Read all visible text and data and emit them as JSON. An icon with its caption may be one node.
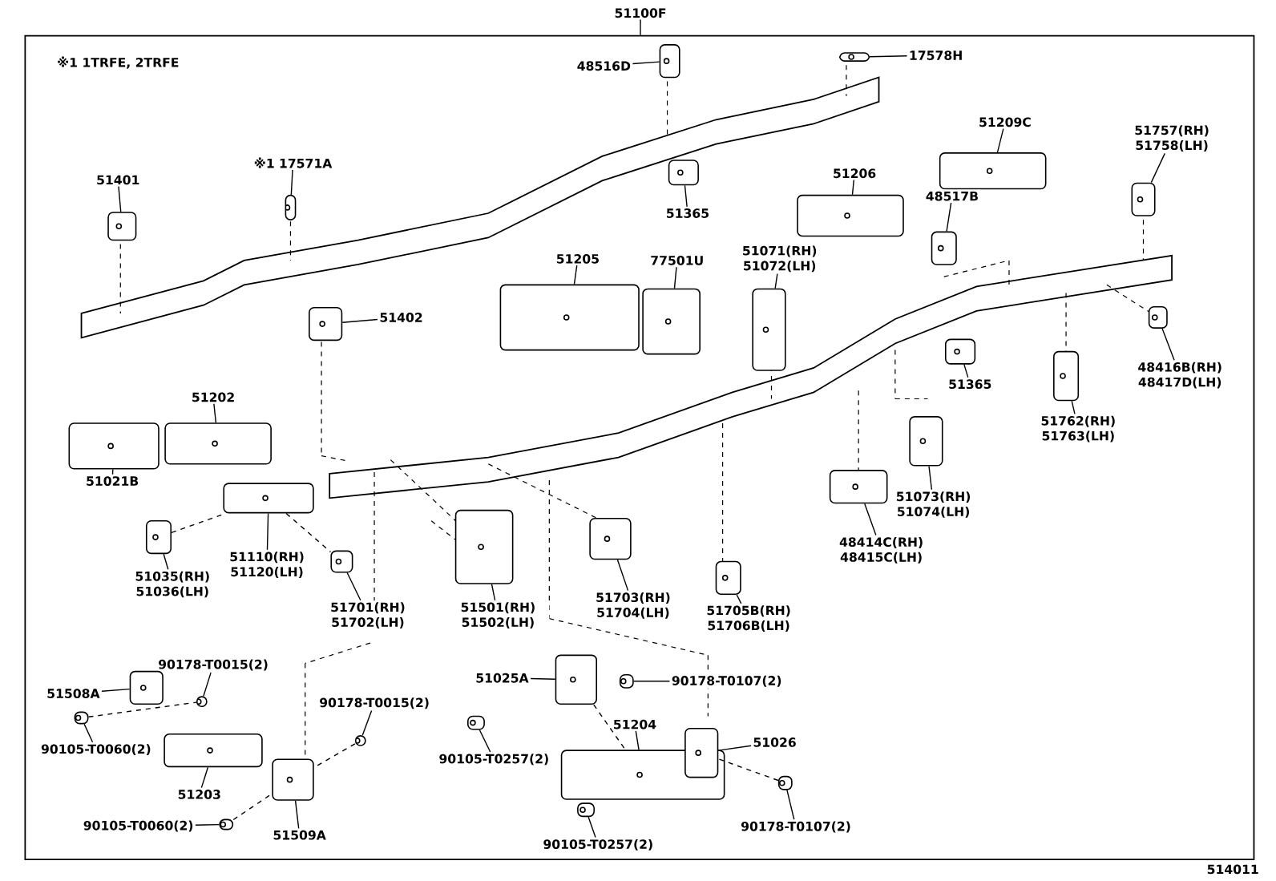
{
  "diagram": {
    "nodes": [
      {
        "text": [],
        "shape": "box"
      },
      {
        "text": [
          "51100F"
        ]
      },
      {
        "text": [
          "48516D"
        ],
        "in": 0
      },
      {
        "text": [],
        "shape": "picture",
        "in": 0
      },
      {
        "text": [
          "17578H"
        ],
        "in": 0
      },
      {
        "text": [],
        "shape": "picture",
        "in": 0
      },
      {
        "text": [
          "51209C"
        ],
        "in": 0
      },
      {
        "text": [],
        "shape": "picture",
        "in": 0
      },
      {
        "text": [
          "51757(RH) 51758(LH)"
        ],
        "in": 0
      },
      {
        "text": [],
        "shape": "picture",
        "in": 0
      },
      {
        "text": [
          "※1 17571A"
        ],
        "in": 0
      },
      {
        "text": [],
        "shape": "picture",
        "in": 0
      },
      {
        "text": [
          "51401"
        ],
        "in": 0
      },
      {
        "text": [],
        "shape": "picture",
        "in": 0
      },
      {
        "text": [
          "51206"
        ],
        "in": 0
      },
      {
        "text": [],
        "shape": "picture",
        "in": 0
      },
      {
        "text": [
          "51365"
        ],
        "in": 0
      },
      {
        "text": [],
        "shape": "picture",
        "in": 0
      },
      {
        "text": [
          "48517B"
        ],
        "in": 0
      },
      {
        "text": [],
        "shape": "picture",
        "in": 0
      },
      {
        "text": [
          "51205"
        ],
        "in": 0
      },
      {
        "text": [],
        "shape": "picture",
        "in": 0
      },
      {
        "text": [
          "77501U"
        ],
        "in": 0
      },
      {
        "text": [],
        "shape": "picture",
        "in": 0
      },
      {
        "text": [
          "51071(RH) 51072(LH)"
        ],
        "in": 0
      },
      {
        "text": [],
        "shape": "picture",
        "in": 0
      },
      {
        "text": [
          "51402"
        ],
        "in": 0
      },
      {
        "text": [],
        "shape": "picture",
        "in": 0
      },
      {
        "text": [
          "48416B(RH) 48417D(LH)"
        ],
        "in": 0
      },
      {
        "text": [],
        "shape": "picture",
        "in": 0
      },
      {
        "text": [
          "51365"
        ],
        "in": 0
      },
      {
        "text": [],
        "shape": "picture",
        "in": 0
      },
      {
        "text": [
          "51202"
        ],
        "in": 0
      },
      {
        "text": [],
        "shape": "picture",
        "in": 0
      },
      {
        "text": [
          "51762(RH) 51763(LH)"
        ],
        "in": 0
      },
      {
        "text": [],
        "shape": "picture",
        "in": 0
      },
      {
        "text": [
          "51021B"
        ],
        "in": 0
      },
      {
        "text": [],
        "shape": "picture",
        "in": 0
      },
      {
        "text": [
          "51073(RH) 51074(LH)"
        ],
        "in": 0
      },
      {
        "text": [],
        "shape": "picture",
        "in": 0
      },
      {
        "text": [
          "48414C(RH) 48415C(LH)"
        ],
        "in": 0
      },
      {
        "text": [],
        "shape": "picture",
        "in": 0
      },
      {
        "text": [
          "51035(RH) 51036(LH)"
        ],
        "in": 0
      },
      {
        "text": [],
        "shape": "picture",
        "in": 0
      },
      {
        "text": [
          "51110(RH) 51120(LH)"
        ],
        "in": 0
      },
      {
        "text": [],
        "shape": "picture",
        "in": 0
      },
      {
        "text": [
          "51701(RH) 51702(LH)"
        ],
        "in": 0
      },
      {
        "text": [],
        "shape": "picture",
        "in": 0
      },
      {
        "text": [
          "51501(RH) 51502(LH)"
        ],
        "in": 0
      },
      {
        "text": [],
        "shape": "picture",
        "in": 0
      },
      {
        "text": [
          "51703(RH) 51704(LH)"
        ],
        "in": 0
      },
      {
        "text": [],
        "shape": "picture",
        "in": 0
      },
      {
        "text": [
          "51705B(RH) 51706B(LH)"
        ],
        "in": 0
      },
      {
        "text": [],
        "shape": "picture",
        "in": 0
      },
      {
        "text": [
          "90178-T0015(2)"
        ],
        "in": 0
      },
      {
        "text": [],
        "shape": "picture",
        "in": 0
      },
      {
        "text": [
          "51508A"
        ],
        "in": 0
      },
      {
        "text": [],
        "shape": "picture",
        "in": 0
      },
      {
        "text": [
          "51025A"
        ],
        "in": 0
      },
      {
        "text": [],
        "shape": "picture",
        "in": 0
      },
      {
        "text": [
          "90178-T0107(2)"
        ],
        "in": 0
      },
      {
        "text": [],
        "shape": "picture",
        "in": 0
      },
      {
        "text": [
          "90178-T0015(2)"
        ],
        "in": 0
      },
      {
        "text": [],
        "shape": "picture",
        "in": 0
      },
      {
        "text": [
          "51204"
        ],
        "in": 0
      },
      {
        "text": [],
        "shape": "picture",
        "in": 0
      },
      {
        "text": [
          "51026"
        ],
        "in": 0
      },
      {
        "text": [],
        "shape": "picture",
        "in": 0
      },
      {
        "text": [
          "90105-T0060(2)"
        ],
        "in": 0
      },
      {
        "text": [],
        "shape": "picture",
        "in": 0
      },
      {
        "text": [
          "90105-T0257(2)"
        ],
        "in": 0
      },
      {
        "text": [],
        "shape": "picture",
        "in": 0
      },
      {
        "text": [
          "51203"
        ],
        "in": 0
      },
      {
        "text": [],
        "shape": "picture",
        "in": 0
      },
      {
        "text": [
          "90178-T0107(2)"
        ],
        "in": 0
      },
      {
        "text": [],
        "shape": "picture",
        "in": 0
      },
      {
        "text": [
          "90105-T0060(2)"
        ],
        "in": 0
      },
      {
        "text": [],
        "shape": "picture",
        "in": 0
      },
      {
        "text": [
          "51509A"
        ],
        "in": 0
      },
      {
        "text": [],
        "shape": "picture",
        "in": 0
      },
      {
        "text": [
          "90105-T0257(2)"
        ],
        "in": 0
      },
      {
        "text": [],
        "shape": "picture",
        "in": 0
      }
    ],
    "edges": [
      {
        "from": 1,
        "to": 0,
        "arrow": "none"
      },
      {
        "from": 2,
        "to": 3,
        "arrow": "none"
      },
      {
        "from": 4,
        "to": 5,
        "arrow": "none"
      },
      {
        "from": 6,
        "to": 7,
        "arrow": "none"
      },
      {
        "from": 8,
        "to": 9,
        "arrow": "none"
      },
      {
        "from": 10,
        "to": 11,
        "arrow": "none"
      },
      {
        "from": 12,
        "to": 13,
        "arrow": "none"
      },
      {
        "from": 14,
        "to": 15,
        "arrow": "none"
      },
      {
        "from": 16,
        "to": 17,
        "arrow": "none"
      },
      {
        "from": 18,
        "to": 19,
        "arrow": "none"
      },
      {
        "from": 20,
        "to": 21,
        "arrow": "none"
      },
      {
        "from": 22,
        "to": 23,
        "arrow": "none"
      },
      {
        "from": 24,
        "to": 25,
        "arrow": "none"
      },
      {
        "from": 26,
        "to": 27,
        "arrow": "none"
      },
      {
        "from": 28,
        "to": 29,
        "arrow": "none"
      },
      {
        "from": 30,
        "to": 31,
        "arrow": "none"
      },
      {
        "from": 32,
        "to": 33,
        "arrow": "none"
      },
      {
        "from": 34,
        "to": 35,
        "arrow": "none"
      },
      {
        "from": 36,
        "to": 37,
        "arrow": "none"
      },
      {
        "from": 38,
        "to": 39,
        "arrow": "none"
      },
      {
        "from": 40,
        "to": 41,
        "arrow": "none"
      },
      {
        "from": 42,
        "to": 43,
        "arrow": "none"
      },
      {
        "from": 44,
        "to": 45,
        "arrow": "none"
      },
      {
        "from": 46,
        "to": 47,
        "arrow": "none"
      },
      {
        "from": 48,
        "to": 49,
        "arrow": "none"
      },
      {
        "from": 50,
        "to": 51,
        "arrow": "none"
      },
      {
        "from": 52,
        "to": 53,
        "arrow": "none"
      },
      {
        "from": 54,
        "to": 55,
        "arrow": "none"
      },
      {
        "from": 56,
        "to": 57,
        "arrow": "none"
      },
      {
        "from": 58,
        "to": 59,
        "arrow": "none"
      },
      {
        "from": 60,
        "to": 61,
        "arrow": "none"
      },
      {
        "from": 62,
        "to": 63,
        "arrow": "none"
      },
      {
        "from": 64,
        "to": 65,
        "arrow": "none"
      },
      {
        "from": 66,
        "to": 67,
        "arrow": "none"
      },
      {
        "from": 68,
        "to": 69,
        "arrow": "none"
      },
      {
        "from": 70,
        "to": 71,
        "arrow": "none"
      },
      {
        "from": 72,
        "to": 73,
        "arrow": "none"
      },
      {
        "from": 74,
        "to": 75,
        "arrow": "none"
      },
      {
        "from": 76,
        "to": 77,
        "arrow": "none"
      },
      {
        "from": 78,
        "to": 79,
        "arrow": "none"
      },
      {
        "from": 80,
        "to": 81,
        "arrow": "none"
      },
      {
        "from": 69,
        "to": 55,
        "arrow": "none",
        "style": "dashed"
      },
      {
        "from": 77,
        "to": 79,
        "arrow": "none",
        "style": "dashed"
      },
      {
        "from": 63,
        "to": 79,
        "arrow": "none",
        "style": "dashed"
      },
      {
        "from": 43,
        "to": 45,
        "arrow": "none",
        "style": "dashed"
      },
      {
        "from": 45,
        "to": 47,
        "arrow": "none",
        "style": "dashed"
      },
      {
        "from": 59,
        "to": 65,
        "arrow": "none",
        "style": "dashed"
      },
      {
        "from": 75,
        "to": 67,
        "arrow": "none",
        "style": "dashed"
      }
    ],
    "labels": [
      "※1 1TRFE, 2TRFE",
      "514011"
    ]
  }
}
